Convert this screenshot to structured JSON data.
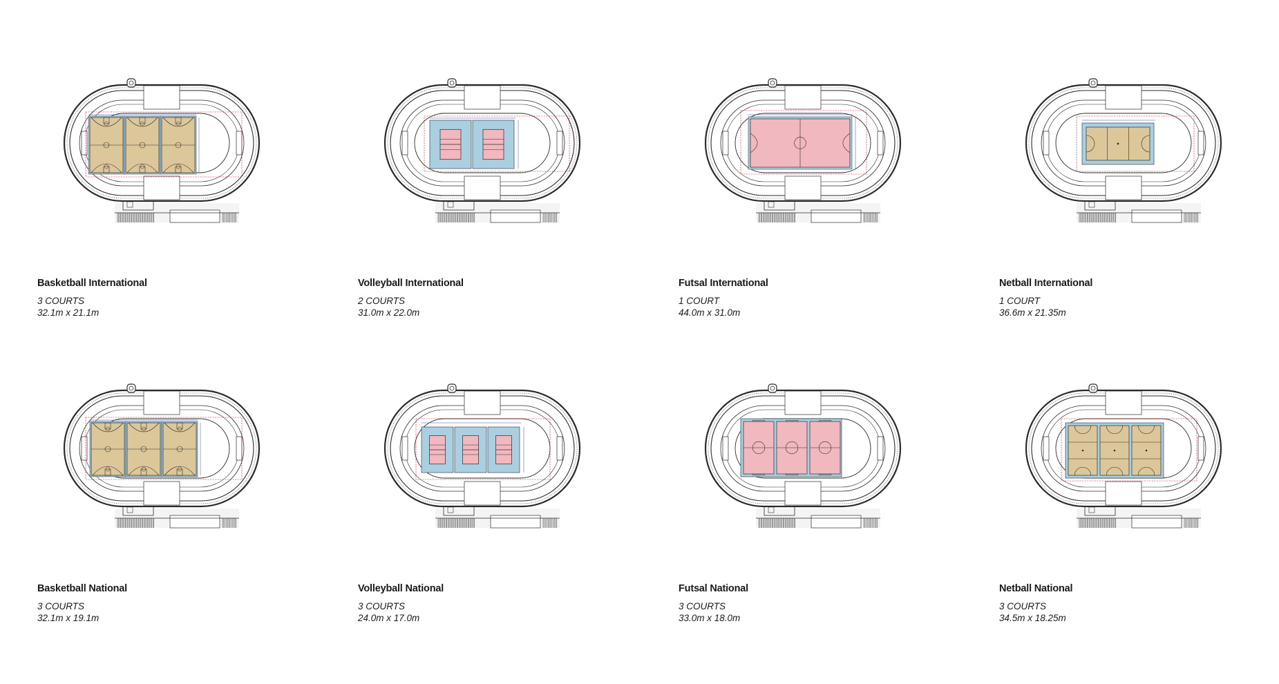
{
  "colors": {
    "wood": "#dcc79a",
    "blue": "#a9cfe0",
    "pink": "#f2b8bf",
    "line": "#2b2b2b",
    "dim_blue": "#2f4fa8",
    "boundary_red": "#d0021b"
  },
  "panels": [
    {
      "title": "Basketball International",
      "count": "3 COURTS",
      "dims": "32.1m x 21.1m",
      "sport": "basketball",
      "layout": "basketball-3-int"
    },
    {
      "title": "Volleyball International",
      "count": "2 COURTS",
      "dims": "31.0m x 22.0m",
      "sport": "volleyball",
      "layout": "volleyball-2"
    },
    {
      "title": "Futsal International",
      "count": "1 COURT",
      "dims": "44.0m x 31.0m",
      "sport": "futsal",
      "layout": "futsal-1"
    },
    {
      "title": "Netball International",
      "count": "1 COURT",
      "dims": "36.6m x 21.35m",
      "sport": "netball",
      "layout": "netball-1"
    },
    {
      "title": "Basketball National",
      "count": "3 COURTS",
      "dims": "32.1m x 19.1m",
      "sport": "basketball",
      "layout": "basketball-3-nat"
    },
    {
      "title": "Volleyball National",
      "count": "3 COURTS",
      "dims": "24.0m x 17.0m",
      "sport": "volleyball",
      "layout": "volleyball-3"
    },
    {
      "title": "Futsal National",
      "count": "3 COURTS",
      "dims": "33.0m x 18.0m",
      "sport": "futsal",
      "layout": "futsal-3"
    },
    {
      "title": "Netball National",
      "count": "3 COURTS",
      "dims": "34.5m x 18.25m",
      "sport": "netball",
      "layout": "netball-3"
    }
  ]
}
